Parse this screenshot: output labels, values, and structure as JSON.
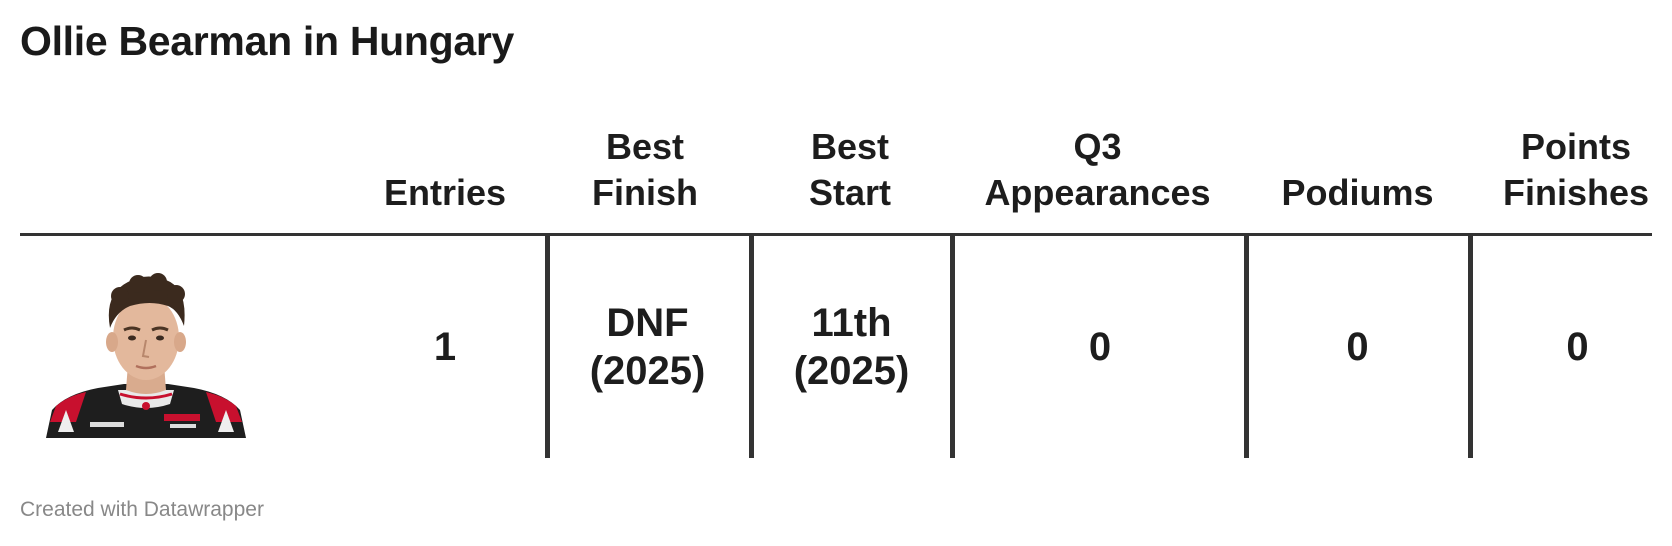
{
  "title": "Ollie Bearman in Hungary",
  "headers": {
    "entries": "Entries",
    "best_finish": [
      "Best",
      "Finish"
    ],
    "best_start": [
      "Best",
      "Start"
    ],
    "q3": [
      "Q3",
      "Appearances"
    ],
    "podiums": "Podiums",
    "points": [
      "Points",
      "Finishes"
    ]
  },
  "row": {
    "driver_photo": "Ollie Bearman",
    "entries": "1",
    "best_finish": [
      "DNF",
      "(2025)"
    ],
    "best_start": [
      "11th",
      "(2025)"
    ],
    "q3": "0",
    "podiums": "0",
    "points": "0"
  },
  "footer": "Created with Datawrapper",
  "colors": {
    "text": "#1d1d1d",
    "rule": "#333333",
    "footer": "#888888",
    "suit_red": "#c8102e",
    "suit_black": "#1e1e1e"
  }
}
